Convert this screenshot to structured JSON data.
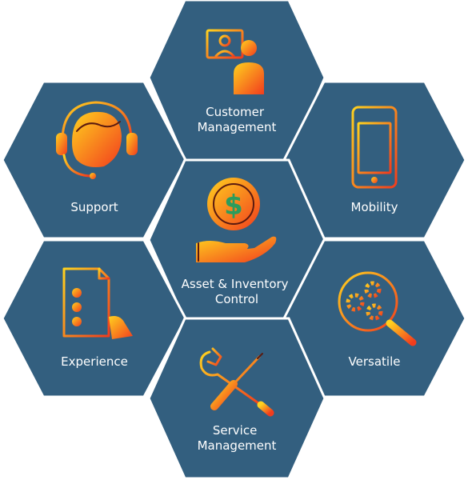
{
  "colors": {
    "hex_fill": "#335f7f",
    "hex_border": "#ffffff",
    "label_text": "#ffffff",
    "icon_gradient_start": "#ffd21f",
    "icon_gradient_end": "#f23c1d"
  },
  "hexagons": [
    {
      "key": "customer-management",
      "lines": [
        "Customer",
        "Management"
      ],
      "icon": "video-conference-icon"
    },
    {
      "key": "support",
      "lines": [
        "Support"
      ],
      "icon": "headset-agent-icon"
    },
    {
      "key": "mobility",
      "lines": [
        "Mobility"
      ],
      "icon": "smartphone-icon"
    },
    {
      "key": "asset-inventory-control",
      "lines": [
        "Asset & Inventory",
        "Control"
      ],
      "icon": "dollar-coin-hand-icon"
    },
    {
      "key": "experience",
      "lines": [
        "Experience"
      ],
      "icon": "checklist-document-icon"
    },
    {
      "key": "versatile",
      "lines": [
        "Versatile"
      ],
      "icon": "magnifier-gears-icon"
    },
    {
      "key": "service-management",
      "lines": [
        "Service",
        "Management"
      ],
      "icon": "wrench-screwdriver-icon"
    }
  ]
}
